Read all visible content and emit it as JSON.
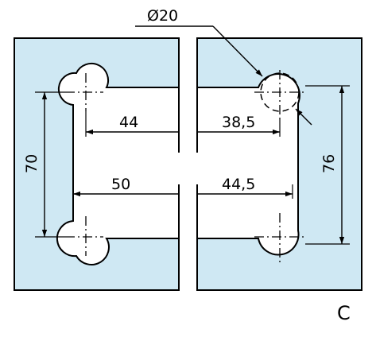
{
  "diagram": {
    "diameter_label": "Ø20",
    "dimensions": {
      "left_top_width": "44",
      "left_bottom_width": "50",
      "right_top_width": "38,5",
      "right_bottom_width": "44,5",
      "left_height": "70",
      "right_height": "76"
    },
    "reference_letter": "C",
    "plate_color": "#cfe8f3"
  }
}
